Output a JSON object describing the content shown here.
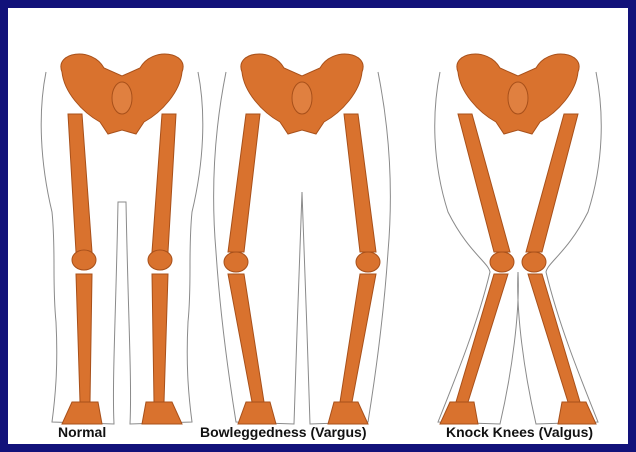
{
  "colors": {
    "background": "#12127a",
    "panel": "#ffffff",
    "bone": "#d9722e",
    "bone_dark": "#a8501a",
    "outline": "#777777"
  },
  "figures": [
    {
      "id": "normal",
      "label": "Normal"
    },
    {
      "id": "bowlegged",
      "label": "Bowleggedness (Vargus)"
    },
    {
      "id": "knock-knees",
      "label": "Knock Knees (Valgus)"
    }
  ]
}
